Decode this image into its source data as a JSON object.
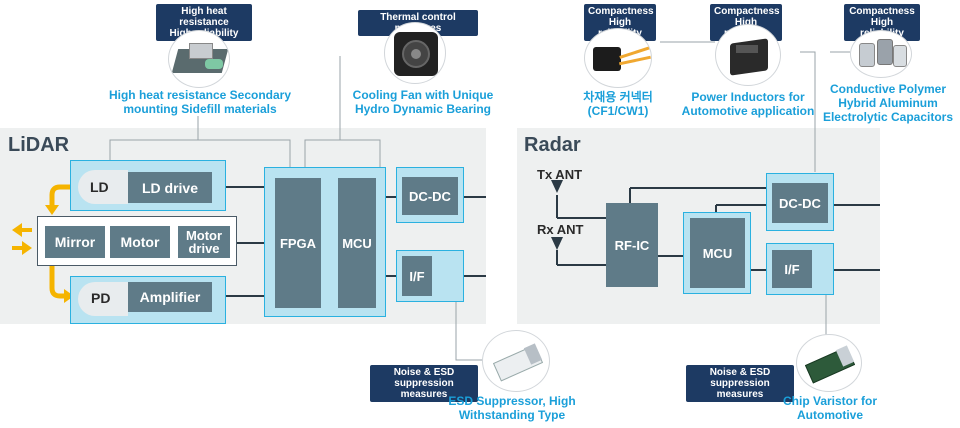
{
  "lidar": {
    "title": "LiDAR",
    "ld": "LD",
    "ld_drive": "LD drive",
    "mirror": "Mirror",
    "motor": "Motor",
    "motor_drive": "Motor drive",
    "pd": "PD",
    "amplifier": "Amplifier",
    "fpga": "FPGA",
    "mcu": "MCU",
    "dcdc": "DC-DC",
    "if": "I/F"
  },
  "radar": {
    "title": "Radar",
    "tx_ant": "Tx ANT",
    "rx_ant": "Rx ANT",
    "rfic": "RF-IC",
    "mcu": "MCU",
    "dcdc": "DC-DC",
    "if": "I/F"
  },
  "callouts": {
    "sidefill": {
      "tag_line1": "High heat resistance",
      "tag_line2": "High reliability",
      "caption_line1": "High heat resistance Secondary",
      "caption_line2": "mounting Sidefill materials"
    },
    "fan": {
      "tag_line1": "Thermal control measures",
      "caption_line1": "Cooling Fan with Unique",
      "caption_line2": "Hydro Dynamic Bearing"
    },
    "connector": {
      "tag_line1": "Compactness",
      "tag_line2": "High reliability",
      "caption_line1": "차재용 커넥터",
      "caption_line2": "(CF1/CW1)"
    },
    "inductor": {
      "tag_line1": "Compactness",
      "tag_line2": "High reliability",
      "caption_line1": "Power Inductors for",
      "caption_line2": "Automotive application"
    },
    "capacitor": {
      "tag_line1": "Compactness",
      "tag_line2": "High reliability",
      "caption_line1": "Conductive Polymer",
      "caption_line2": "Hybrid Aluminum",
      "caption_line3": "Electrolytic Capacitors"
    },
    "esd": {
      "tag_line1": "Noise & ESD",
      "tag_line2": "suppression measures",
      "caption_line1": "ESD Suppressor, High",
      "caption_line2": "Withstanding Type"
    },
    "varistor": {
      "tag_line1": "Noise & ESD",
      "tag_line2": "suppression measures",
      "caption_line1": "Chip Varistor for",
      "caption_line2": "Automotive"
    }
  },
  "colors": {
    "block": "#5f7b88",
    "highlight_fill": "#b9e3f1",
    "highlight_border": "#2ab1e0",
    "tag": "#1d3a63",
    "caption": "#1a9fd9",
    "arrow": "#f5b400",
    "panel": "#eef0f0"
  }
}
